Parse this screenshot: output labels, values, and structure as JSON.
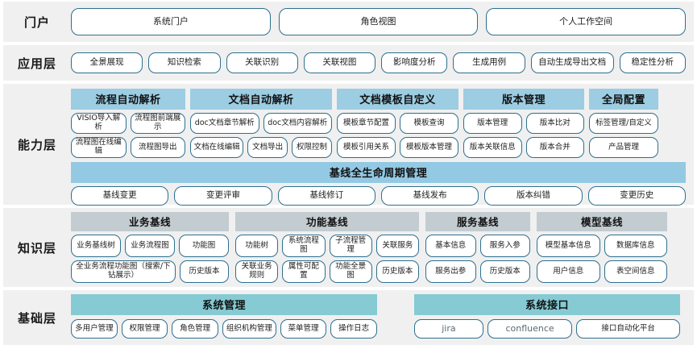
{
  "colors": {
    "band_bg": "#f0f0f0",
    "pill_border": "#2e6f8e",
    "capability_header": "#9ccde2",
    "lifecycle_header": "#93c9e3",
    "knowledge_header": "#c3ccd1",
    "foundation_header": "#86cbd4",
    "spellcheck_underline": "#e03030"
  },
  "layers": {
    "portal": {
      "label": "门户",
      "items": [
        "系统门户",
        "角色视图",
        "个人工作空间"
      ]
    },
    "application": {
      "label": "应用层",
      "items": [
        "全景展现",
        "知识检索",
        "关联识别",
        "关联视图",
        "影响度分析",
        "生成用例",
        "自动生成导出文档",
        "稳定性分析"
      ]
    },
    "capability": {
      "label": "能力层",
      "groups": [
        {
          "title": "流程自动解析",
          "rows": [
            [
              "VISIO导入解析",
              "流程图前端展示"
            ],
            [
              "流程图在线编辑",
              "流程图导出"
            ]
          ]
        },
        {
          "title": "文档自动解析",
          "rows": [
            [
              "doc文档章节解析",
              "doc文档内容解析"
            ],
            [
              "文档在线编辑",
              "文档导出",
              "权限控制"
            ]
          ]
        },
        {
          "title": "文档模板自定义",
          "rows": [
            [
              "模板章节配置",
              "模板查询"
            ],
            [
              "模板引用关系",
              "模板版本管理"
            ]
          ]
        },
        {
          "title": "版本管理",
          "rows": [
            [
              "版本管理",
              "版本比对"
            ],
            [
              "版本关联信息",
              "版本合并"
            ]
          ]
        },
        {
          "title": "全局配置",
          "rows": [
            [
              "标签管理/自定义"
            ],
            [
              "产品管理"
            ]
          ]
        }
      ],
      "lifecycle": {
        "title": "基线全生命周期管理",
        "items": [
          "基线变更",
          "变更评审",
          "基线修订",
          "基线发布",
          "版本纠错",
          "变更历史"
        ]
      }
    },
    "knowledge": {
      "label": "知识层",
      "groups": [
        {
          "title": "业务基线",
          "rows": [
            [
              "业务基线树",
              "业务流程图",
              "功能图"
            ],
            [
              "全业务流程功能图（搜索/下钻展示）",
              "历史版本"
            ]
          ]
        },
        {
          "title": "功能基线",
          "rows": [
            [
              "功能树",
              "系统流程图",
              "子流程管理",
              "关联服务"
            ],
            [
              "关联业务规则",
              "属性可配置",
              "功能全景图",
              "历史版本"
            ]
          ]
        },
        {
          "title": "服务基线",
          "rows": [
            [
              "基本信息",
              "服务入参"
            ],
            [
              "服务出参",
              "历史版本"
            ]
          ]
        },
        {
          "title": "模型基线",
          "rows": [
            [
              "模型基本信息",
              "数据库信息"
            ],
            [
              "用户信息",
              "表空间信息"
            ]
          ]
        }
      ]
    },
    "foundation": {
      "label": "基础层",
      "groups": [
        {
          "title": "系统管理",
          "items": [
            {
              "label": "多用户管理",
              "kind": "text"
            },
            {
              "label": "权限管理",
              "kind": "text"
            },
            {
              "label": "角色管理",
              "kind": "text"
            },
            {
              "label": "组织机构管理",
              "kind": "text"
            },
            {
              "label": "菜单管理",
              "kind": "text"
            },
            {
              "label": "操作日志",
              "kind": "text"
            }
          ]
        },
        {
          "title": "系统接口",
          "items": [
            {
              "label": "jira",
              "kind": "jira-logo"
            },
            {
              "label": "confluence",
              "kind": "confluence-logo"
            },
            {
              "label": "接口自动化平台",
              "kind": "text"
            }
          ]
        }
      ]
    }
  }
}
